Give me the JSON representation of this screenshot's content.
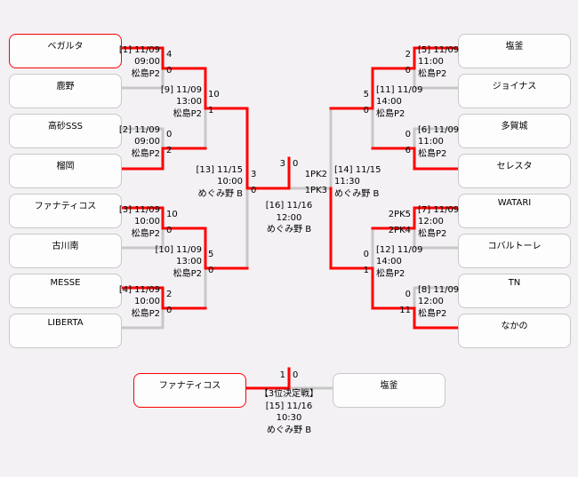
{
  "colors": {
    "winner_line": "#ff0000",
    "loser_line": "#c8c8c8",
    "background": "#f3f1f4"
  },
  "teams_left": [
    "ベガルタ",
    "鹿野",
    "高砂SSS",
    "榴岡",
    "ファナティコス",
    "古川南",
    "MESSE",
    "LIBERTA"
  ],
  "teams_right": [
    "塩釜",
    "ジョイナス",
    "多賀城",
    "セレスタ",
    "WATARI",
    "コバルトーレ",
    "TN",
    "なかの"
  ],
  "matches": {
    "m1": {
      "label": "[1] 11/09",
      "time": "09:00",
      "venue": "松島P2",
      "score_top": "4",
      "score_bottom": "0"
    },
    "m2": {
      "label": "[2] 11/09",
      "time": "09:00",
      "venue": "松島P2",
      "score_top": "0",
      "score_bottom": "2"
    },
    "m3": {
      "label": "[3] 11/09",
      "time": "10:00",
      "venue": "松島P2",
      "score_top": "10",
      "score_bottom": "0"
    },
    "m4": {
      "label": "[4] 11/09",
      "time": "10:00",
      "venue": "松島P2",
      "score_top": "2",
      "score_bottom": "0"
    },
    "m5": {
      "label": "[5] 11/09",
      "time": "11:00",
      "venue": "松島P2",
      "score_top": "2",
      "score_bottom": "0"
    },
    "m6": {
      "label": "[6] 11/09",
      "time": "11:00",
      "venue": "松島P2",
      "score_top": "0",
      "score_bottom": "6"
    },
    "m7": {
      "label": "[7] 11/09",
      "time": "12:00",
      "venue": "松島P2",
      "score_top": "2PK5",
      "score_bottom": "2PK4"
    },
    "m8": {
      "label": "[8] 11/09",
      "time": "12:00",
      "venue": "松島P2",
      "score_top": "0",
      "score_bottom": "11"
    },
    "m9": {
      "label": "[9] 11/09",
      "time": "13:00",
      "venue": "松島P2",
      "score_top": "10",
      "score_bottom": "1"
    },
    "m10": {
      "label": "[10] 11/09",
      "time": "13:00",
      "venue": "松島P2",
      "score_top": "5",
      "score_bottom": "0"
    },
    "m11": {
      "label": "[11] 11/09",
      "time": "14:00",
      "venue": "松島P2",
      "score_top": "5",
      "score_bottom": "0"
    },
    "m12": {
      "label": "[12] 11/09",
      "time": "14:00",
      "venue": "松島P2",
      "score_top": "0",
      "score_bottom": "1"
    },
    "m13": {
      "label": "[13] 11/15",
      "time": "10:00",
      "venue": "めぐみ野 B",
      "score_top": "3",
      "score_bottom": "0"
    },
    "m14": {
      "label": "[14] 11/15",
      "time": "11:30",
      "venue": "めぐみ野 B",
      "score_top": "1PK2",
      "score_bottom": "1PK3"
    }
  },
  "final": {
    "label": "[16] 11/16",
    "time": "12:00",
    "venue": "めぐみ野 B",
    "score_left": "3",
    "score_right": "0"
  },
  "third_place": {
    "title": "【3位決定戦】",
    "label": "[15] 11/16",
    "time": "10:30",
    "venue": "めぐみ野 B",
    "score_left": "1",
    "score_right": "0",
    "team_left": "ファナティコス",
    "team_right": "塩釜"
  }
}
